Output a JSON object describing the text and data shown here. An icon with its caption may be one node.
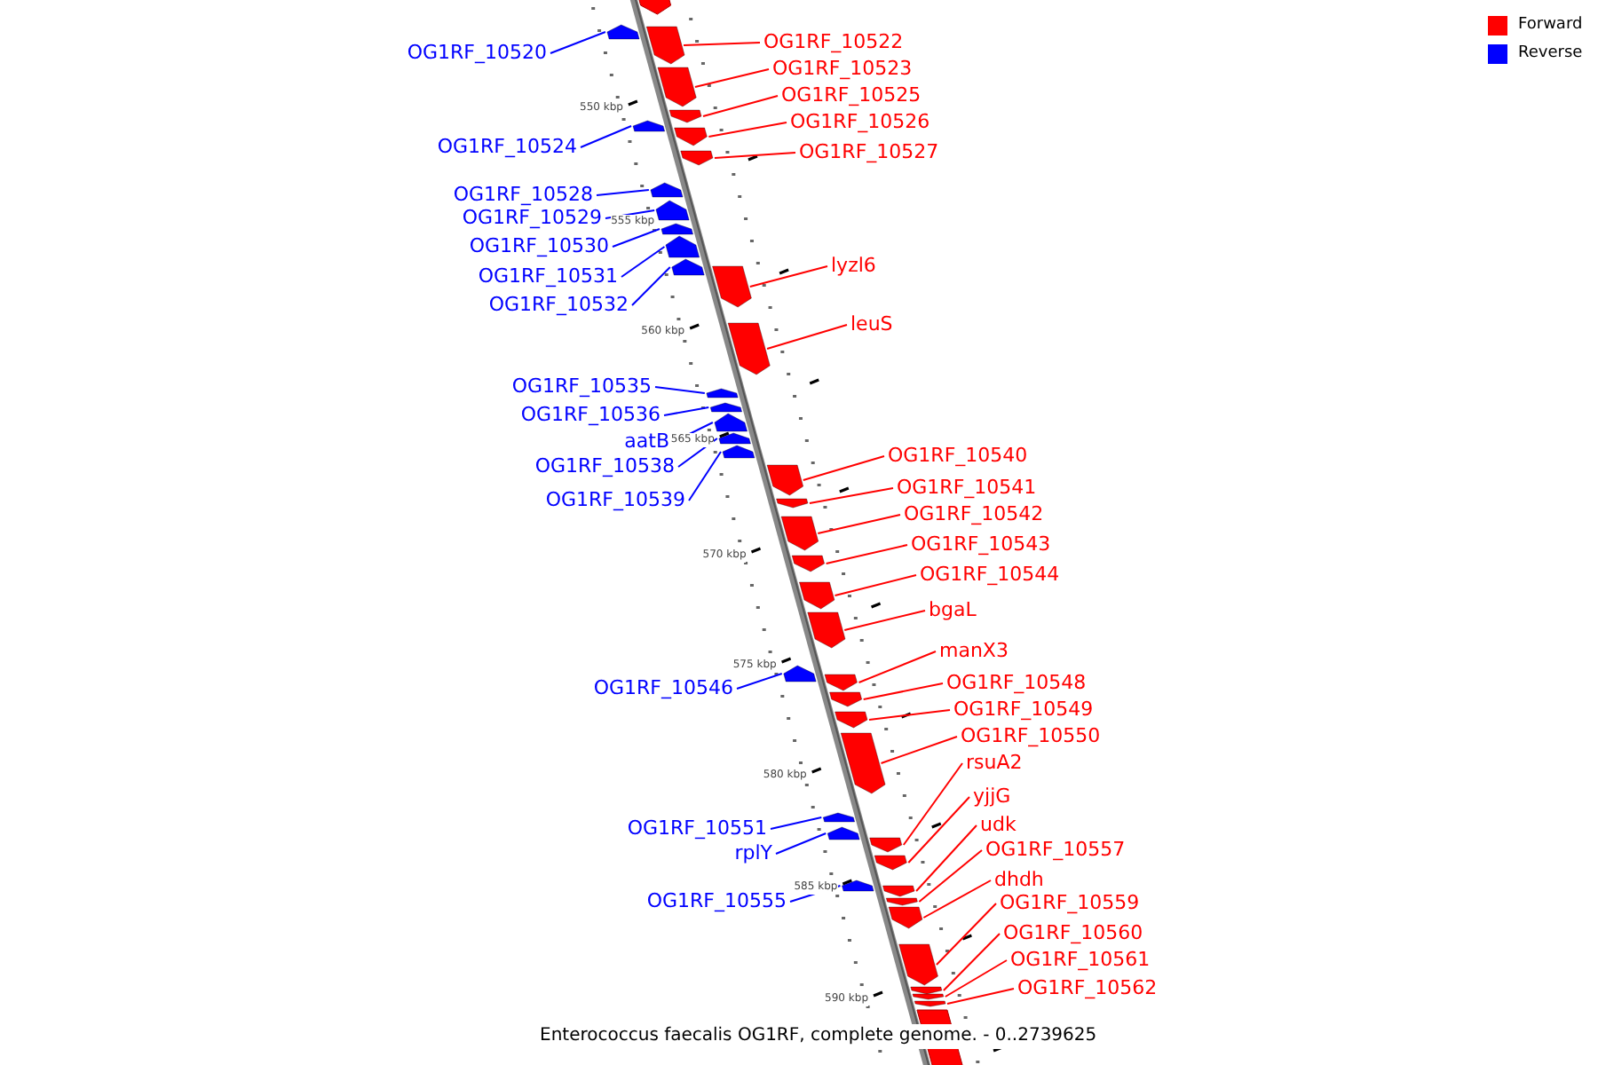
{
  "diagram": {
    "caption": "Enterococcus faecalis OG1RF, complete genome. - 0..2739625",
    "nodes": [
      {
        "text": [
          "OG1RF_10522"
        ]
      },
      {
        "text": [],
        "shape": "arrow"
      },
      {
        "text": [
          "OG1RF_10520"
        ]
      },
      {
        "text": [],
        "shape": "arrow"
      },
      {
        "text": [
          "OG1RF_10523"
        ]
      },
      {
        "text": [],
        "shape": "arrow"
      },
      {
        "text": [
          "OG1RF_10525"
        ]
      },
      {
        "text": [],
        "shape": "arrow"
      },
      {
        "text": [
          "OG1RF_10526"
        ]
      },
      {
        "text": [],
        "shape": "arrow"
      },
      {
        "text": [
          "OG1RF_10524"
        ]
      },
      {
        "text": [],
        "shape": "arrow"
      },
      {
        "text": [
          "OG1RF_10527"
        ]
      },
      {
        "text": [],
        "shape": "arrow"
      },
      {
        "text": [
          "OG1RF_10528"
        ]
      },
      {
        "text": [],
        "shape": "arrow"
      },
      {
        "text": [
          "OG1RF_10529"
        ]
      },
      {
        "text": [],
        "shape": "arrow"
      },
      {
        "text": [
          "OG1RF_10530"
        ]
      },
      {
        "text": [],
        "shape": "arrow"
      },
      {
        "text": [
          "lyzl6"
        ]
      },
      {
        "text": [],
        "shape": "arrow"
      },
      {
        "text": [
          "OG1RF_10531"
        ]
      },
      {
        "text": [],
        "shape": "arrow"
      },
      {
        "text": [
          "OG1RF_10532"
        ]
      },
      {
        "text": [],
        "shape": "arrow"
      },
      {
        "text": [
          "leuS"
        ]
      },
      {
        "text": [],
        "shape": "arrow"
      },
      {
        "text": [
          "OG1RF_10535"
        ]
      },
      {
        "text": [],
        "shape": "arrow"
      },
      {
        "text": [
          "OG1RF_10536"
        ]
      },
      {
        "text": [],
        "shape": "arrow"
      },
      {
        "text": [
          "aatB"
        ]
      },
      {
        "text": [],
        "shape": "arrow"
      },
      {
        "text": [
          "OG1RF_10540"
        ]
      },
      {
        "text": [],
        "shape": "arrow"
      },
      {
        "text": [
          "OG1RF_10538"
        ]
      },
      {
        "text": [],
        "shape": "arrow"
      },
      {
        "text": [
          "OG1RF_10541"
        ]
      },
      {
        "text": [],
        "shape": "arrow"
      },
      {
        "text": [
          "OG1RF_10539"
        ]
      },
      {
        "text": [],
        "shape": "arrow"
      },
      {
        "text": [
          "OG1RF_10542"
        ]
      },
      {
        "text": [],
        "shape": "arrow"
      },
      {
        "text": [
          "OG1RF_10543"
        ]
      },
      {
        "text": [],
        "shape": "arrow"
      },
      {
        "text": [
          "OG1RF_10544"
        ]
      },
      {
        "text": [],
        "shape": "arrow"
      },
      {
        "text": [
          "bgaL"
        ]
      },
      {
        "text": [],
        "shape": "arrow"
      },
      {
        "text": [
          "manX3"
        ]
      },
      {
        "text": [],
        "shape": "arrow"
      },
      {
        "text": [
          "OG1RF_10548"
        ]
      },
      {
        "text": [],
        "shape": "arrow"
      },
      {
        "text": [
          "OG1RF_10546"
        ]
      },
      {
        "text": [],
        "shape": "arrow"
      },
      {
        "text": [
          "OG1RF_10549"
        ]
      },
      {
        "text": [],
        "shape": "arrow"
      },
      {
        "text": [
          "OG1RF_10550"
        ]
      },
      {
        "text": [],
        "shape": "arrow"
      },
      {
        "text": [
          "rsuA2"
        ]
      },
      {
        "text": [],
        "shape": "arrow"
      },
      {
        "text": [
          "yjjG"
        ]
      },
      {
        "text": [],
        "shape": "arrow"
      },
      {
        "text": [
          "udk"
        ]
      },
      {
        "text": [],
        "shape": "arrow"
      },
      {
        "text": [
          "OG1RF_10551"
        ]
      },
      {
        "text": [],
        "shape": "arrow"
      },
      {
        "text": [
          "OG1RF_10557"
        ]
      },
      {
        "text": [],
        "shape": "arrow"
      },
      {
        "text": [
          "rplY"
        ]
      },
      {
        "text": [],
        "shape": "arrow"
      },
      {
        "text": [
          "dhdh"
        ]
      },
      {
        "text": [],
        "shape": "arrow"
      },
      {
        "text": [
          "OG1RF_10555"
        ]
      },
      {
        "text": [],
        "shape": "arrow"
      },
      {
        "text": [
          "OG1RF_10559"
        ]
      },
      {
        "text": [],
        "shape": "arrow"
      },
      {
        "text": [
          "OG1RF_10560"
        ]
      },
      {
        "text": [],
        "shape": "arrow"
      },
      {
        "text": [
          "OG1RF_10561"
        ]
      },
      {
        "text": [],
        "shape": "arrow"
      },
      {
        "text": [
          "OG1RF_10562"
        ]
      },
      {
        "text": [],
        "shape": "arrow"
      }
    ],
    "edges": [
      {
        "from": 0,
        "to": 1,
        "arrow": "none"
      },
      {
        "from": 2,
        "to": 3,
        "arrow": "none",
        "color": "#0000ff"
      },
      {
        "from": 4,
        "to": 5,
        "arrow": "none"
      },
      {
        "from": 6,
        "to": 7,
        "arrow": "none"
      },
      {
        "from": 8,
        "to": 9,
        "arrow": "none"
      },
      {
        "from": 10,
        "to": 11,
        "arrow": "none",
        "color": "#0000ff"
      },
      {
        "from": 12,
        "to": 13,
        "arrow": "none"
      },
      {
        "from": 14,
        "to": 15,
        "arrow": "none",
        "color": "#0000ff"
      },
      {
        "from": 16,
        "to": 17,
        "arrow": "none",
        "color": "#0000ff"
      },
      {
        "from": 18,
        "to": 19,
        "arrow": "none",
        "color": "#0000ff"
      },
      {
        "from": 20,
        "to": 21,
        "arrow": "none"
      },
      {
        "from": 22,
        "to": 23,
        "arrow": "none",
        "color": "#0000ff"
      },
      {
        "from": 24,
        "to": 25,
        "arrow": "none",
        "color": "#0000ff"
      },
      {
        "from": 26,
        "to": 27,
        "arrow": "none"
      },
      {
        "from": 28,
        "to": 29,
        "arrow": "none",
        "color": "#0000ff"
      },
      {
        "from": 30,
        "to": 31,
        "arrow": "none",
        "color": "#0000ff"
      },
      {
        "from": 32,
        "to": 33,
        "arrow": "none",
        "color": "#0000ff"
      },
      {
        "from": 34,
        "to": 35,
        "arrow": "none"
      },
      {
        "from": 36,
        "to": 37,
        "arrow": "none",
        "color": "#0000ff"
      },
      {
        "from": 38,
        "to": 39,
        "arrow": "none"
      },
      {
        "from": 40,
        "to": 41,
        "arrow": "none",
        "color": "#0000ff"
      },
      {
        "from": 42,
        "to": 43,
        "arrow": "none"
      },
      {
        "from": 44,
        "to": 45,
        "arrow": "none"
      },
      {
        "from": 46,
        "to": 47,
        "arrow": "none"
      },
      {
        "from": 48,
        "to": 49,
        "arrow": "none"
      },
      {
        "from": 50,
        "to": 51,
        "arrow": "none"
      },
      {
        "from": 52,
        "to": 53,
        "arrow": "none"
      },
      {
        "from": 54,
        "to": 55,
        "arrow": "none",
        "color": "#0000ff"
      },
      {
        "from": 56,
        "to": 57,
        "arrow": "none"
      },
      {
        "from": 58,
        "to": 59,
        "arrow": "none"
      },
      {
        "from": 60,
        "to": 61,
        "arrow": "none"
      },
      {
        "from": 62,
        "to": 63,
        "arrow": "none"
      },
      {
        "from": 64,
        "to": 65,
        "arrow": "none"
      },
      {
        "from": 66,
        "to": 67,
        "arrow": "none",
        "color": "#0000ff"
      },
      {
        "from": 68,
        "to": 69,
        "arrow": "none"
      },
      {
        "from": 70,
        "to": 71,
        "arrow": "none",
        "color": "#0000ff"
      },
      {
        "from": 72,
        "to": 73,
        "arrow": "none"
      },
      {
        "from": 74,
        "to": 75,
        "arrow": "none",
        "color": "#0000ff"
      },
      {
        "from": 76,
        "to": 77,
        "arrow": "none"
      },
      {
        "from": 78,
        "to": 79,
        "arrow": "none"
      },
      {
        "from": 80,
        "to": 81,
        "arrow": "none"
      },
      {
        "from": 82,
        "to": 83,
        "arrow": "none"
      }
    ],
    "labels": [
      "550 kbp",
      "555 kbp",
      "560 kbp",
      "565 kbp",
      "570 kbp",
      "575 kbp",
      "580 kbp",
      "585 kbp",
      "590 kbp"
    ],
    "legend": [
      {
        "text": "Forward",
        "color": "#ff0000"
      },
      {
        "text": "Reverse",
        "color": "#0000ff"
      }
    ]
  }
}
